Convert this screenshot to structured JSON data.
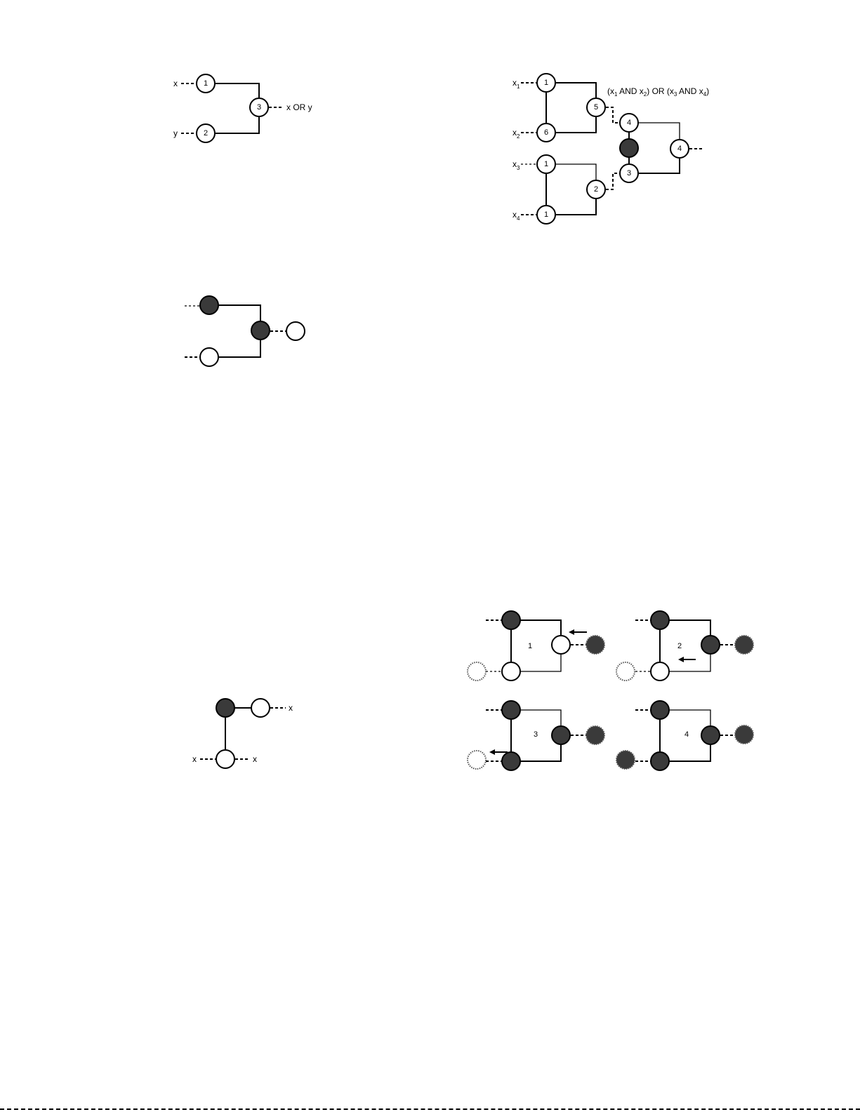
{
  "figures": {
    "or_gate": {
      "input_x": "x",
      "input_y": "y",
      "output": "x OR y",
      "nodes": [
        "1",
        "2",
        "3"
      ]
    },
    "and_or_circuit": {
      "inputs": [
        "x",
        "x",
        "x",
        "x"
      ],
      "input_subscripts": [
        "1",
        "2",
        "3",
        "4"
      ],
      "formula": {
        "p1": "(x",
        "s1": "1",
        "p2": " AND x",
        "s2": "2",
        "p3": ") OR (x",
        "s3": "3",
        "p4": " AND x",
        "s4": "4",
        "p5": ")"
      },
      "nodes": [
        "1",
        "6",
        "5",
        "1",
        "1",
        "2",
        "4",
        "3",
        "4"
      ]
    },
    "signal_state": {
      "nodes": [
        "dark",
        "white",
        "dark",
        "white"
      ]
    },
    "fanout": {
      "labels": [
        "x",
        "x",
        "x"
      ]
    },
    "sequence": {
      "steps": [
        "1",
        "2",
        "3",
        "4"
      ]
    }
  },
  "colors": {
    "dark_node": "#3a3a3a",
    "line": "#000000",
    "background": "#ffffff"
  }
}
